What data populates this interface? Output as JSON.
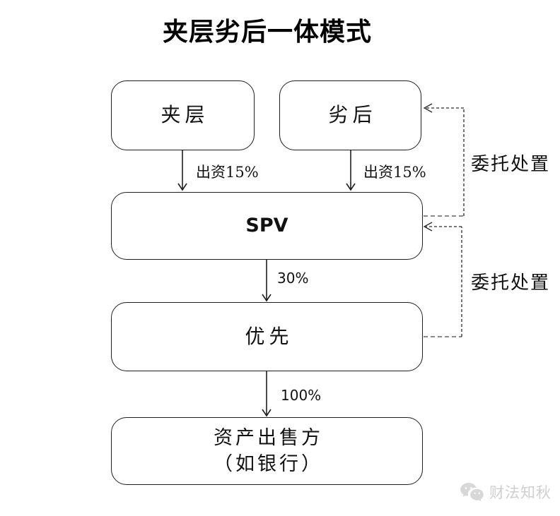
{
  "title": "夹层劣后一体模式",
  "nodes": {
    "mezzanine": "夹层",
    "subordinate": "劣后",
    "spv": "SPV",
    "senior": "优先",
    "seller_line1": "资产出售方",
    "seller_line2": "（如银行）"
  },
  "edges": {
    "mezz_contribution": "出资15%",
    "sub_contribution": "出资15%",
    "spv_to_senior": "30%",
    "senior_to_seller": "100%",
    "entrust_upper": "委托处置",
    "entrust_lower": "委托处置"
  },
  "watermark": {
    "icon": "wechat-icon",
    "text": "财法知秋"
  },
  "colors": {
    "background": "#ffffff",
    "line": "#1f1f1f",
    "dashed": "#2a2a2a",
    "dashed_gray": "#8a8a8a",
    "watermark": "#cfcfcf"
  }
}
